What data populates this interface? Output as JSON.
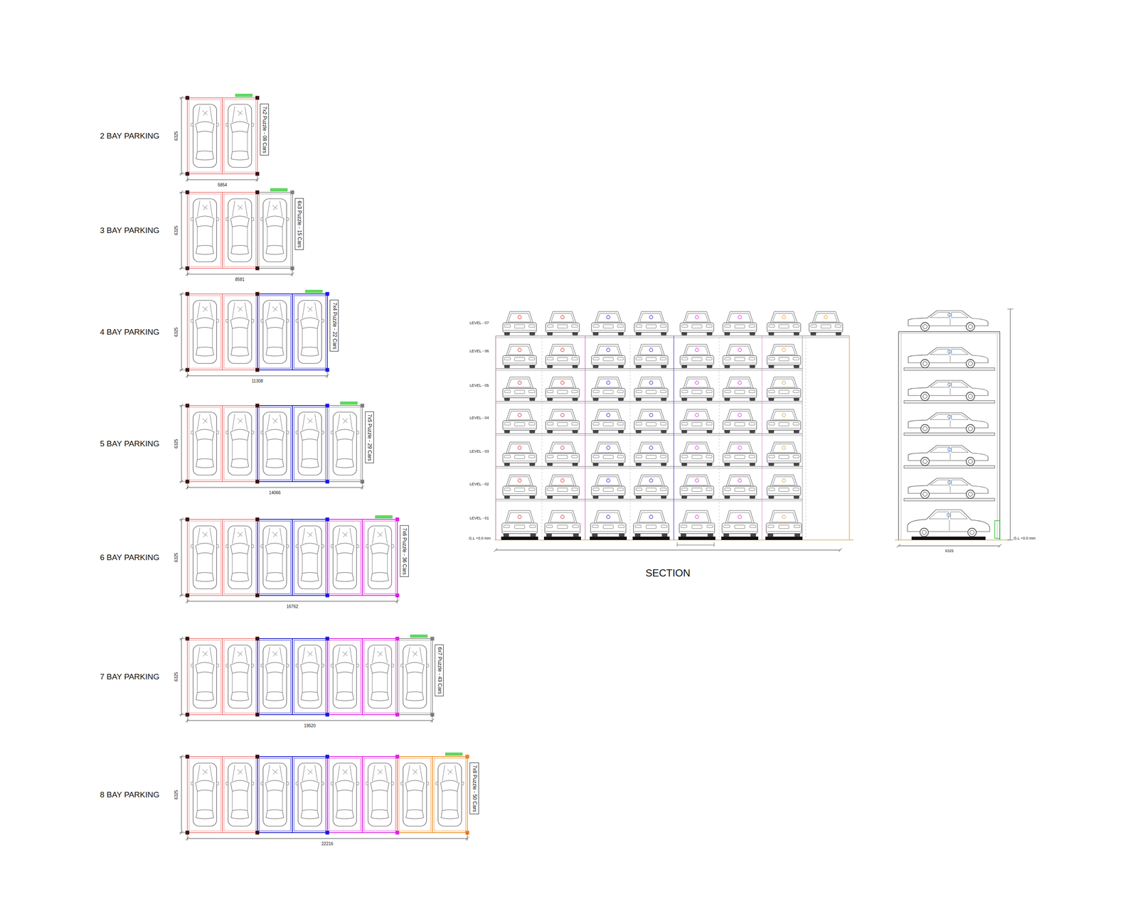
{
  "diagram": {
    "nodes": [
      {
        "text": [
          "7x2 Puzzle - 08 Cars"
        ]
      },
      {
        "text": [
          "6x3 Puzzle - 15 Cars"
        ]
      },
      {
        "text": [
          "7x4 Puzzle - 22 Cars"
        ]
      },
      {
        "text": [
          "7x5 Puzzle - 29 Cars"
        ]
      },
      {
        "text": [
          "7x6 Puzzle - 36 Cars"
        ]
      },
      {
        "text": [
          "6x7 Puzzle - 43 Cars"
        ]
      },
      {
        "text": [
          "7x8 Puzzle - 50 Cars"
        ]
      }
    ],
    "labels": [
      "2 BAY PARKING",
      "6325",
      "5854",
      "3 BAY PARKING",
      "6325",
      "8581",
      "4 BAY PARKING",
      "6325",
      "11308",
      "5 BAY PARKING",
      "6325",
      "14066",
      "6 BAY PARKING",
      "6325",
      "16762",
      "7 BAY PARKING",
      "6325",
      "19520",
      "8 BAY PARKING",
      "6325",
      "22216",
      "LEVEL - 07",
      "LEVEL - 06",
      "LEVEL - 05",
      "LEVEL - 04",
      "LEVEL - 03",
      "LEVEL - 02",
      "LEVEL - 01",
      "G.L +0.0 mm",
      "G.L +0.0 mm",
      "6325",
      "SECTION"
    ]
  }
}
